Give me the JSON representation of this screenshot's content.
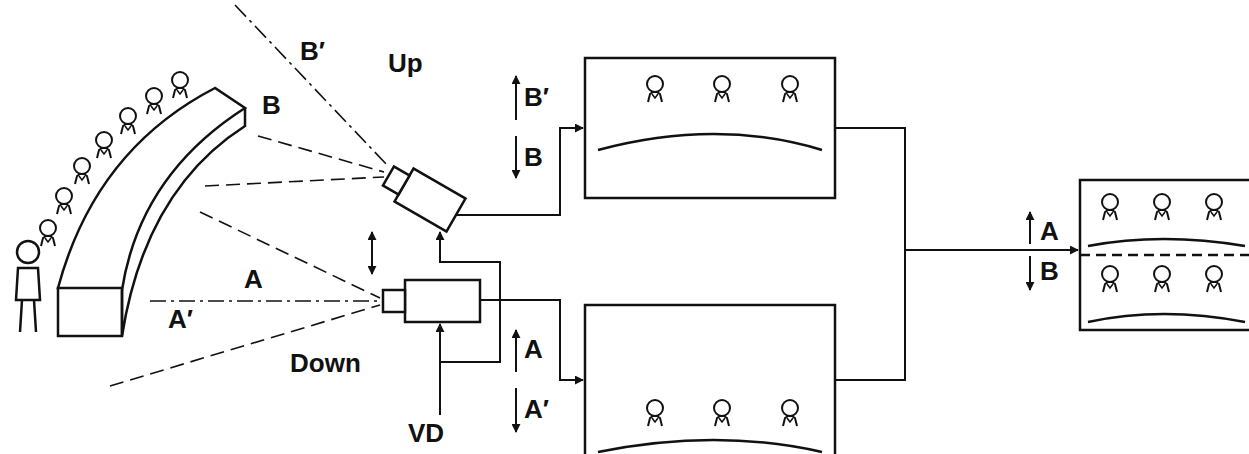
{
  "diagram": {
    "labels": [
      "B′",
      "B",
      "Up",
      "A",
      "A′",
      "Down",
      "VD",
      "B′",
      "B",
      "A",
      "A′",
      "A",
      "B"
    ]
  }
}
